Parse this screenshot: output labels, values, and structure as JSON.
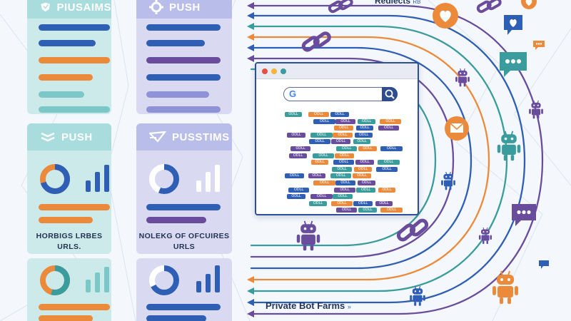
{
  "panels": {
    "tl_title": "PIUSAIMS",
    "tm_title": "PUSH",
    "ml_title": "PUSH",
    "mm_title": "PUSSTIMS",
    "ml_caption_1": "HORBIGS LRBES",
    "ml_caption_2": "URLS.",
    "mm_caption_1": "NOLEKG OF OFCUIRES",
    "mm_caption_2": "URLS"
  },
  "browser": {
    "search_logo": "G",
    "chip_text": "ODLL"
  },
  "labels": {
    "redirects": "Redlects",
    "redirects_mark": "RB",
    "private_bot_farms": "Private Bot Farms",
    "private_mark": "»"
  },
  "colors": {
    "teal": "#3a9c9c",
    "blue": "#2f5fb5",
    "orange": "#ec8a3b",
    "purple": "#6a4c9c",
    "navy": "#23365f"
  }
}
